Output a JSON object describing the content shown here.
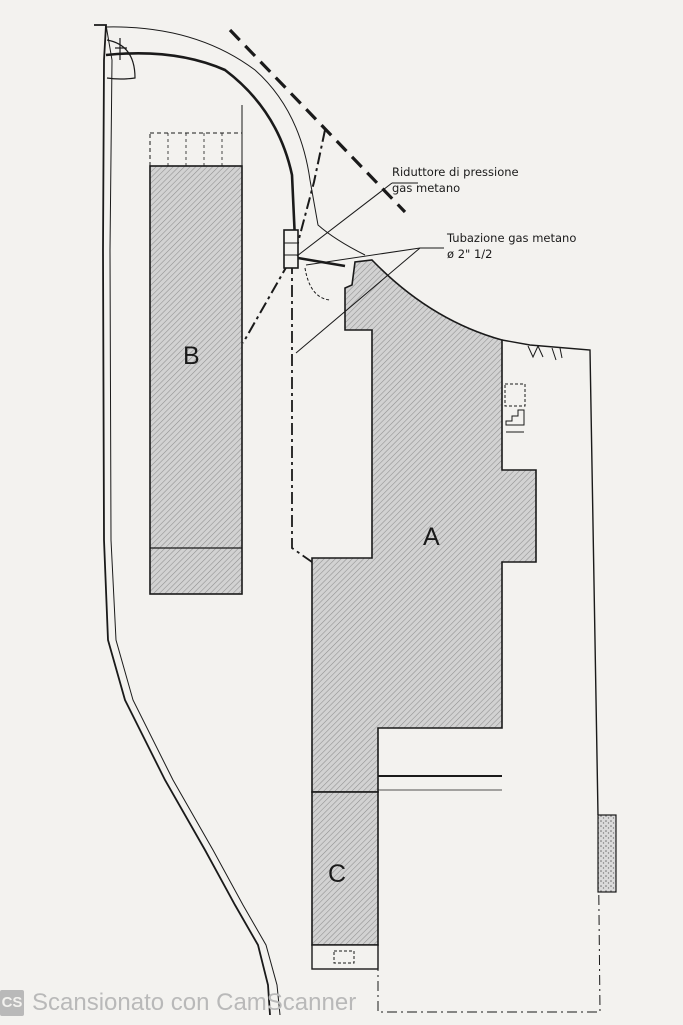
{
  "labels": {
    "building_a": "A",
    "building_b": "B",
    "building_c": "C"
  },
  "annotations": {
    "pressure_reducer_line1": "Riduttore di pressione",
    "pressure_reducer_line2": "gas metano",
    "gas_pipe_line1": "Tubazione gas metano",
    "gas_pipe_line2": "ø 2\" 1/2"
  },
  "watermark": {
    "logo": "CS",
    "text": "Scansionato con CamScanner"
  },
  "colors": {
    "paper": "#f3f2ef",
    "ink": "#1a1a1a",
    "hatch_fill": "#cfcfcf",
    "watermark": "#b9b9b9"
  }
}
